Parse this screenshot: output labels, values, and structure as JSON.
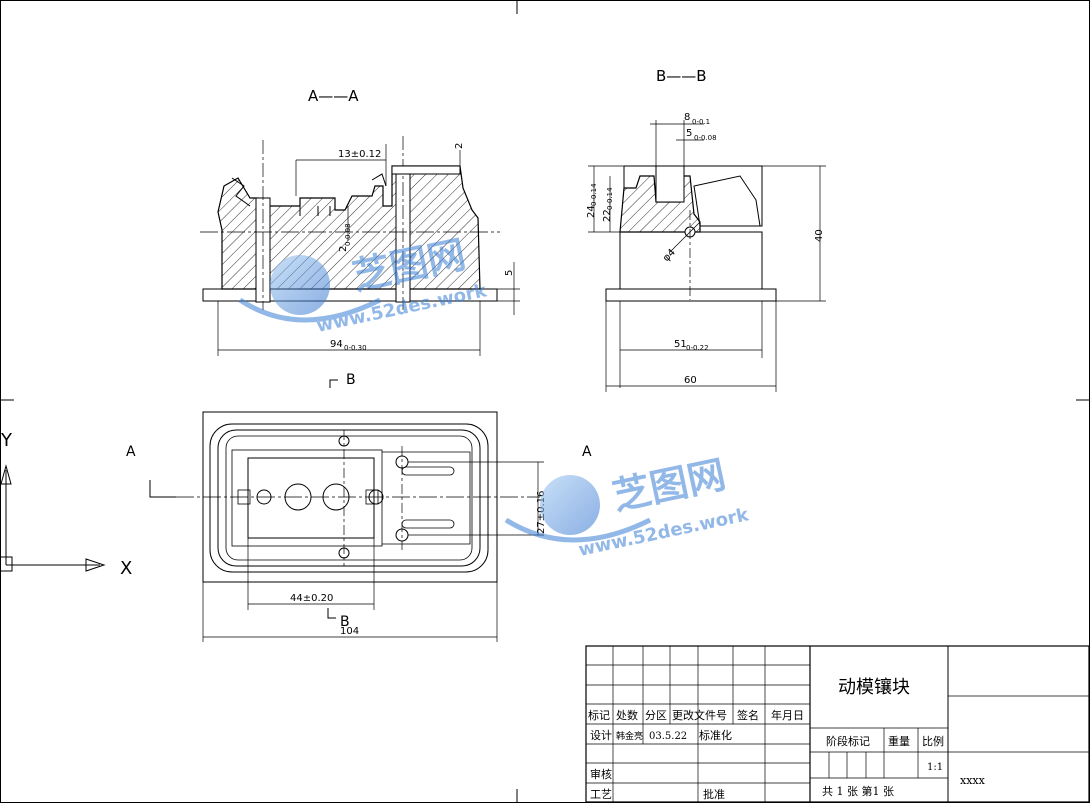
{
  "views": {
    "section_aa": {
      "label": "A——A"
    },
    "section_bb": {
      "label": "B——B"
    },
    "plan": {
      "mark_b_top": "B",
      "mark_b_bottom": "B",
      "mark_a_left": "A",
      "mark_a_right": "A"
    }
  },
  "dimensions": {
    "d_13": "13±0.12",
    "d_2_top": "2",
    "d_2_depth": "2",
    "d_2_depth_tol": "0-0.08",
    "d_5": "5",
    "d_94": "94",
    "d_94_tol": "0-0.30",
    "d_8": "8",
    "d_8_tol": "0-0.1",
    "d_5_bb": "5",
    "d_5_bb_tol": "0-0.08",
    "d_24": "24",
    "d_24_tol": "0-0.14",
    "d_22": "22",
    "d_22_tol": "0-0.14",
    "d_phi4": "φ4",
    "d_40": "40",
    "d_51": "51",
    "d_51_tol": "0-0.22",
    "d_60": "60",
    "d_27": "27±0.16",
    "d_44": "44±0.20",
    "d_104": "104"
  },
  "axes": {
    "y": "Y",
    "x": "X"
  },
  "watermark": {
    "brand": "芝图网",
    "url": "www.52des.work"
  },
  "title_block": {
    "part_name": "动模镶块",
    "headers": [
      "标记",
      "处数",
      "分区",
      "更改文件号",
      "签名",
      "年月日"
    ],
    "design_label": "设计",
    "designer": "韩金亮",
    "date": "03.5.22",
    "standard_label": "标准化",
    "review_label": "审核",
    "process_label": "工艺",
    "approve_label": "批准",
    "stage_label": "阶段标记",
    "weight_label": "重量",
    "scale_label": "比例",
    "scale_value": "1:1",
    "sheets_label": "共 1  张  第1 张",
    "drawing_no": "xxxx"
  },
  "colors": {
    "line": "#000000",
    "watermark": "#3a7fd6",
    "background": "#ffffff"
  }
}
